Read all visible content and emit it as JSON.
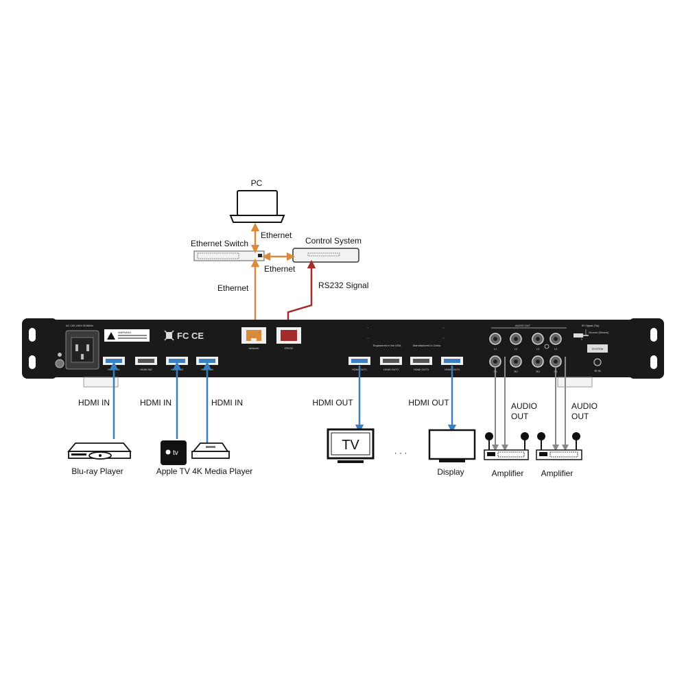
{
  "colors": {
    "ethernet": "#d98a3a",
    "rs232": "#a52a2a",
    "hdmi": "#3a7fc1",
    "audio": "#888888",
    "chassis": "#1a1a1a"
  },
  "top": {
    "pc": "PC",
    "ethernet_switch": "Ethernet Switch",
    "control_system": "Control System",
    "ethernet_1": "Ethernet",
    "ethernet_2": "Ethernet",
    "ethernet_3": "Ethernet",
    "rs232": "RS232 Signal"
  },
  "panel": {
    "power_rating": "AC 100-240V 50/60Hz",
    "warning_title": "WARNING",
    "port_network": "Network",
    "port_rs232": "RS232",
    "hdmi_in": [
      "HDMI IN1",
      "HDMI IN2",
      "HDMI IN3",
      "HDMI IN4"
    ],
    "hdmi_out": [
      "HDMI OUT1",
      "HDMI OUT2",
      "HDMI OUT3",
      "HDMI OUT4"
    ],
    "engineered": "Engineered in the USA",
    "manufactured": "Manufactured in China",
    "audio_out_title": "AUDIO OUT",
    "audio_jacks_top": [
      "L1",
      "L2",
      "L3",
      "L4"
    ],
    "audio_jacks_bottom": [
      "R1",
      "R2",
      "R3",
      "R4"
    ],
    "ir_signal": "IR Signal (Tip)",
    "ground": "Ground (Sleeve)",
    "system": "SYSTEM",
    "ir_in": "IR IN",
    "fc_mark": "FC",
    "ce_mark": "CE"
  },
  "bottom": {
    "hdmi_in_1": "HDMI IN",
    "hdmi_in_2": "HDMI IN",
    "hdmi_in_3": "HDMI IN",
    "hdmi_out_1": "HDMI OUT",
    "hdmi_out_2": "HDMI OUT",
    "audio_out_1": [
      "AUDIO",
      "OUT"
    ],
    "audio_out_2": [
      "AUDIO",
      "OUT"
    ],
    "bluray": "Blu-ray Player",
    "appletv": "Apple TV 4K Media Player",
    "appletv_logo": "tv",
    "tv_screen": "TV",
    "ellipsis": "· · ·",
    "display": "Display",
    "amplifier_1": "Amplifier",
    "amplifier_2": "Amplifier"
  }
}
